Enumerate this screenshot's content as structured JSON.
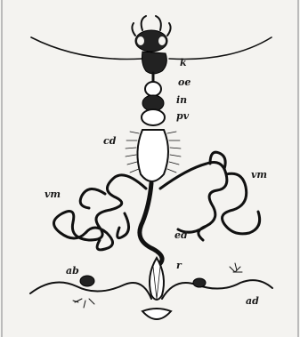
{
  "figure": {
    "labels": {
      "k": "k",
      "oe": "oe",
      "in": "in",
      "pv": "pv",
      "cd": "cd",
      "vm_left": "vm",
      "vm_right": "vm",
      "ed": "ed",
      "r": "r",
      "ab": "ab",
      "ad": "ad"
    }
  }
}
